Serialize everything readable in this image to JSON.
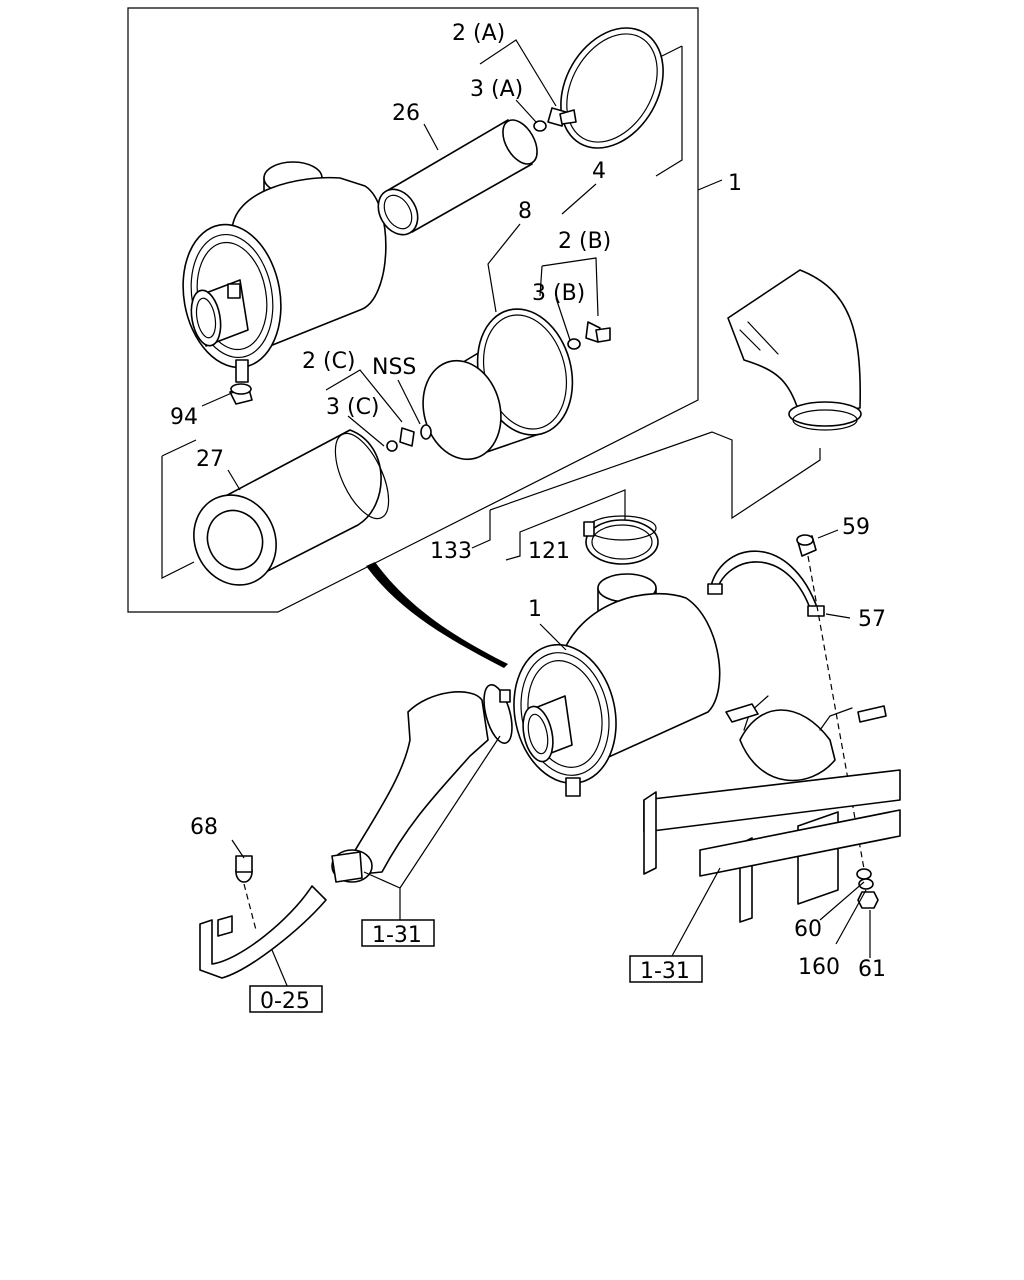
{
  "callouts": {
    "c1_top": "1",
    "c2A": "2 (A)",
    "c3A": "3 (A)",
    "c26": "26",
    "c4": "4",
    "c8": "8",
    "c2B": "2 (B)",
    "c3B": "3 (B)",
    "c2C": "2 (C)",
    "cNSS": "NSS",
    "c3C": "3 (C)",
    "c94": "94",
    "c27": "27",
    "c133": "133",
    "c121": "121",
    "c59": "59",
    "c57": "57",
    "c1_main": "1",
    "c68": "68",
    "c60": "60",
    "c160": "160",
    "c61": "61"
  },
  "refs": {
    "ref_131_left": "1-31",
    "ref_131_right": "1-31",
    "ref_025": "0-25"
  }
}
